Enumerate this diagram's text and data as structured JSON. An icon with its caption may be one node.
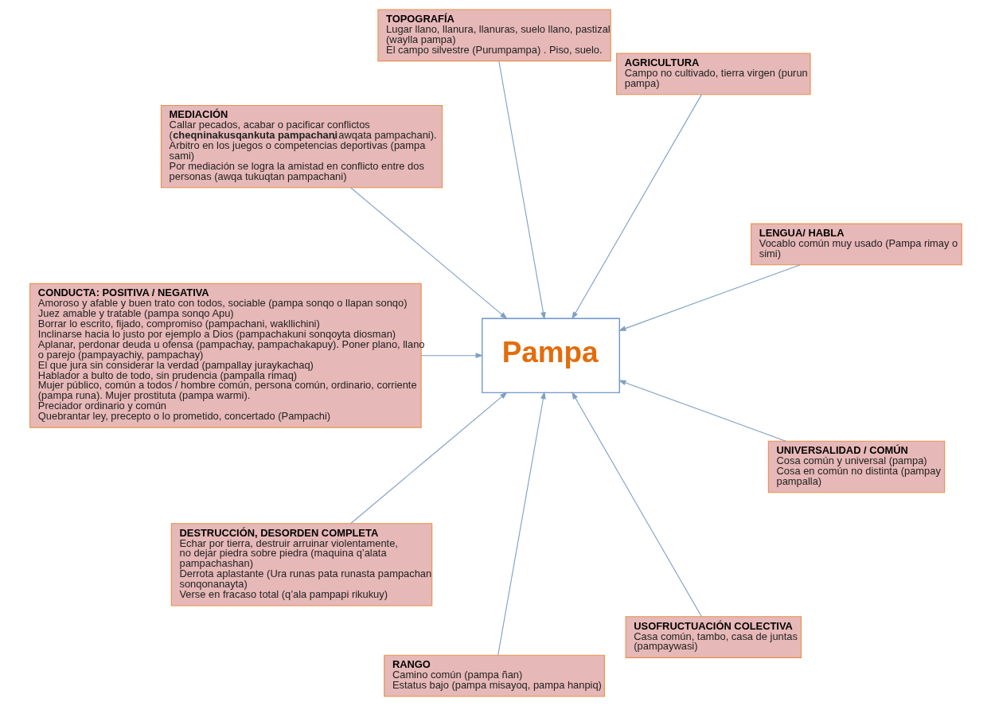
{
  "diagram": {
    "nodes": [
      {
        "text": [
          "LENGUA/ HABLA",
          "Vocablo común muy usado (Pampa rimay o simi)"
        ]
      },
      {
        "text": [
          "AGRICULTURA",
          "Campo no cultivado, tierra virgen (**purun pampa**)"
        ]
      },
      {
        "text": [
          "TOPOGRAFÍA",
          "Lugar llano, llanura, llanuras, suelo llano, pastizal (waylla pampa)",
          "El campo silvestre (Purumpampa) . Piso, suelo."
        ]
      },
      {
        "text": [
          "MEDIACIÓN",
          "Callar pecados, acabar o pacificar conflictos (**cheqninakusqankuta pampachani**, awqata pampachani). Arbitro en los juegos o competencias deportivas (pampa sami)",
          "Por mediación se logra la amistad en conflicto entre dos personas (awqa tukuqtan pampachani)"
        ]
      },
      {
        "text": [
          "CONDUCTA: POSITIVA / NEGATIVA",
          "Amoroso y afable y buen trato con todos, sociable (pampa sonqo o llapan sonqo)",
          "Juez amable y tratable (pampa sonqo Apu)",
          "Borrar lo escrito, fijado, compromiso (pampachani, wakllichini)",
          "Inclinarse hacia lo justo por ejemplo a Dios (pampachakuni sonqoyta diosman)",
          "Aplanar, perdonar deuda u ofensa (pampachay, pampachakapuy). Poner plano, llano o parejo (pampayachiy, pampachay)",
          "El que jura sin considerar la verdad (pampallay juraykachaq)",
          "Hablador a bulto de todo, sin prudencia (pampalla rimaq)",
          "Mujer público, común a todos / hombre común, persona común, ordinario, corriente (pampa runa). Mujer prostituta (pampa warmi).",
          "Preciador ordinario y común",
          "Quebrantar ley, precepto o lo prometido, concertado (Pampachi)"
        ]
      },
      {
        "text": [
          "DESTRUCCIÓN, DESORDEN COMPLETA",
          "Echar por tierra, destruir arruinar violentamente, no dejar piedra sobre piedra (maquina q’alata pampachashan)",
          "Derrota aplastante (Ura runas pata runasta pampachan sonqonanayta)",
          "Verse en fracaso total (q’ala pampapi rikukuy)"
        ]
      },
      {
        "text": [
          "RANGO",
          "Camino común (pampa ñan)",
          "Estatus bajo (pampa misayoq, pampa hanpiq)"
        ]
      },
      {
        "text": [
          "USOFRUCTUACIÓN COLECTIVA",
          "Casa común, tambo, casa de juntas (pampaywasi)"
        ]
      },
      {
        "text": [
          "UNIVERSALIDAD / COMÚN",
          "Cosa común y universal (pampa)",
          "Cosa en común no distinta (pampay pampalla)"
        ]
      },
      {
        "text": [
          "Pampa"
        ]
      }
    ],
    "edges": [
      {
        "from": 0,
        "to": 9,
        "arrow": "to"
      },
      {
        "from": 1,
        "to": 9,
        "arrow": "to"
      },
      {
        "from": 2,
        "to": 9,
        "arrow": "to"
      },
      {
        "from": 3,
        "to": 9,
        "arrow": "to"
      },
      {
        "from": 4,
        "to": 9,
        "arrow": "to"
      },
      {
        "from": 5,
        "to": 9,
        "arrow": "to"
      },
      {
        "from": 6,
        "to": 9,
        "arrow": "to"
      },
      {
        "from": 7,
        "to": 9,
        "arrow": "to"
      },
      {
        "from": 8,
        "to": 9,
        "arrow": "to"
      }
    ]
  }
}
